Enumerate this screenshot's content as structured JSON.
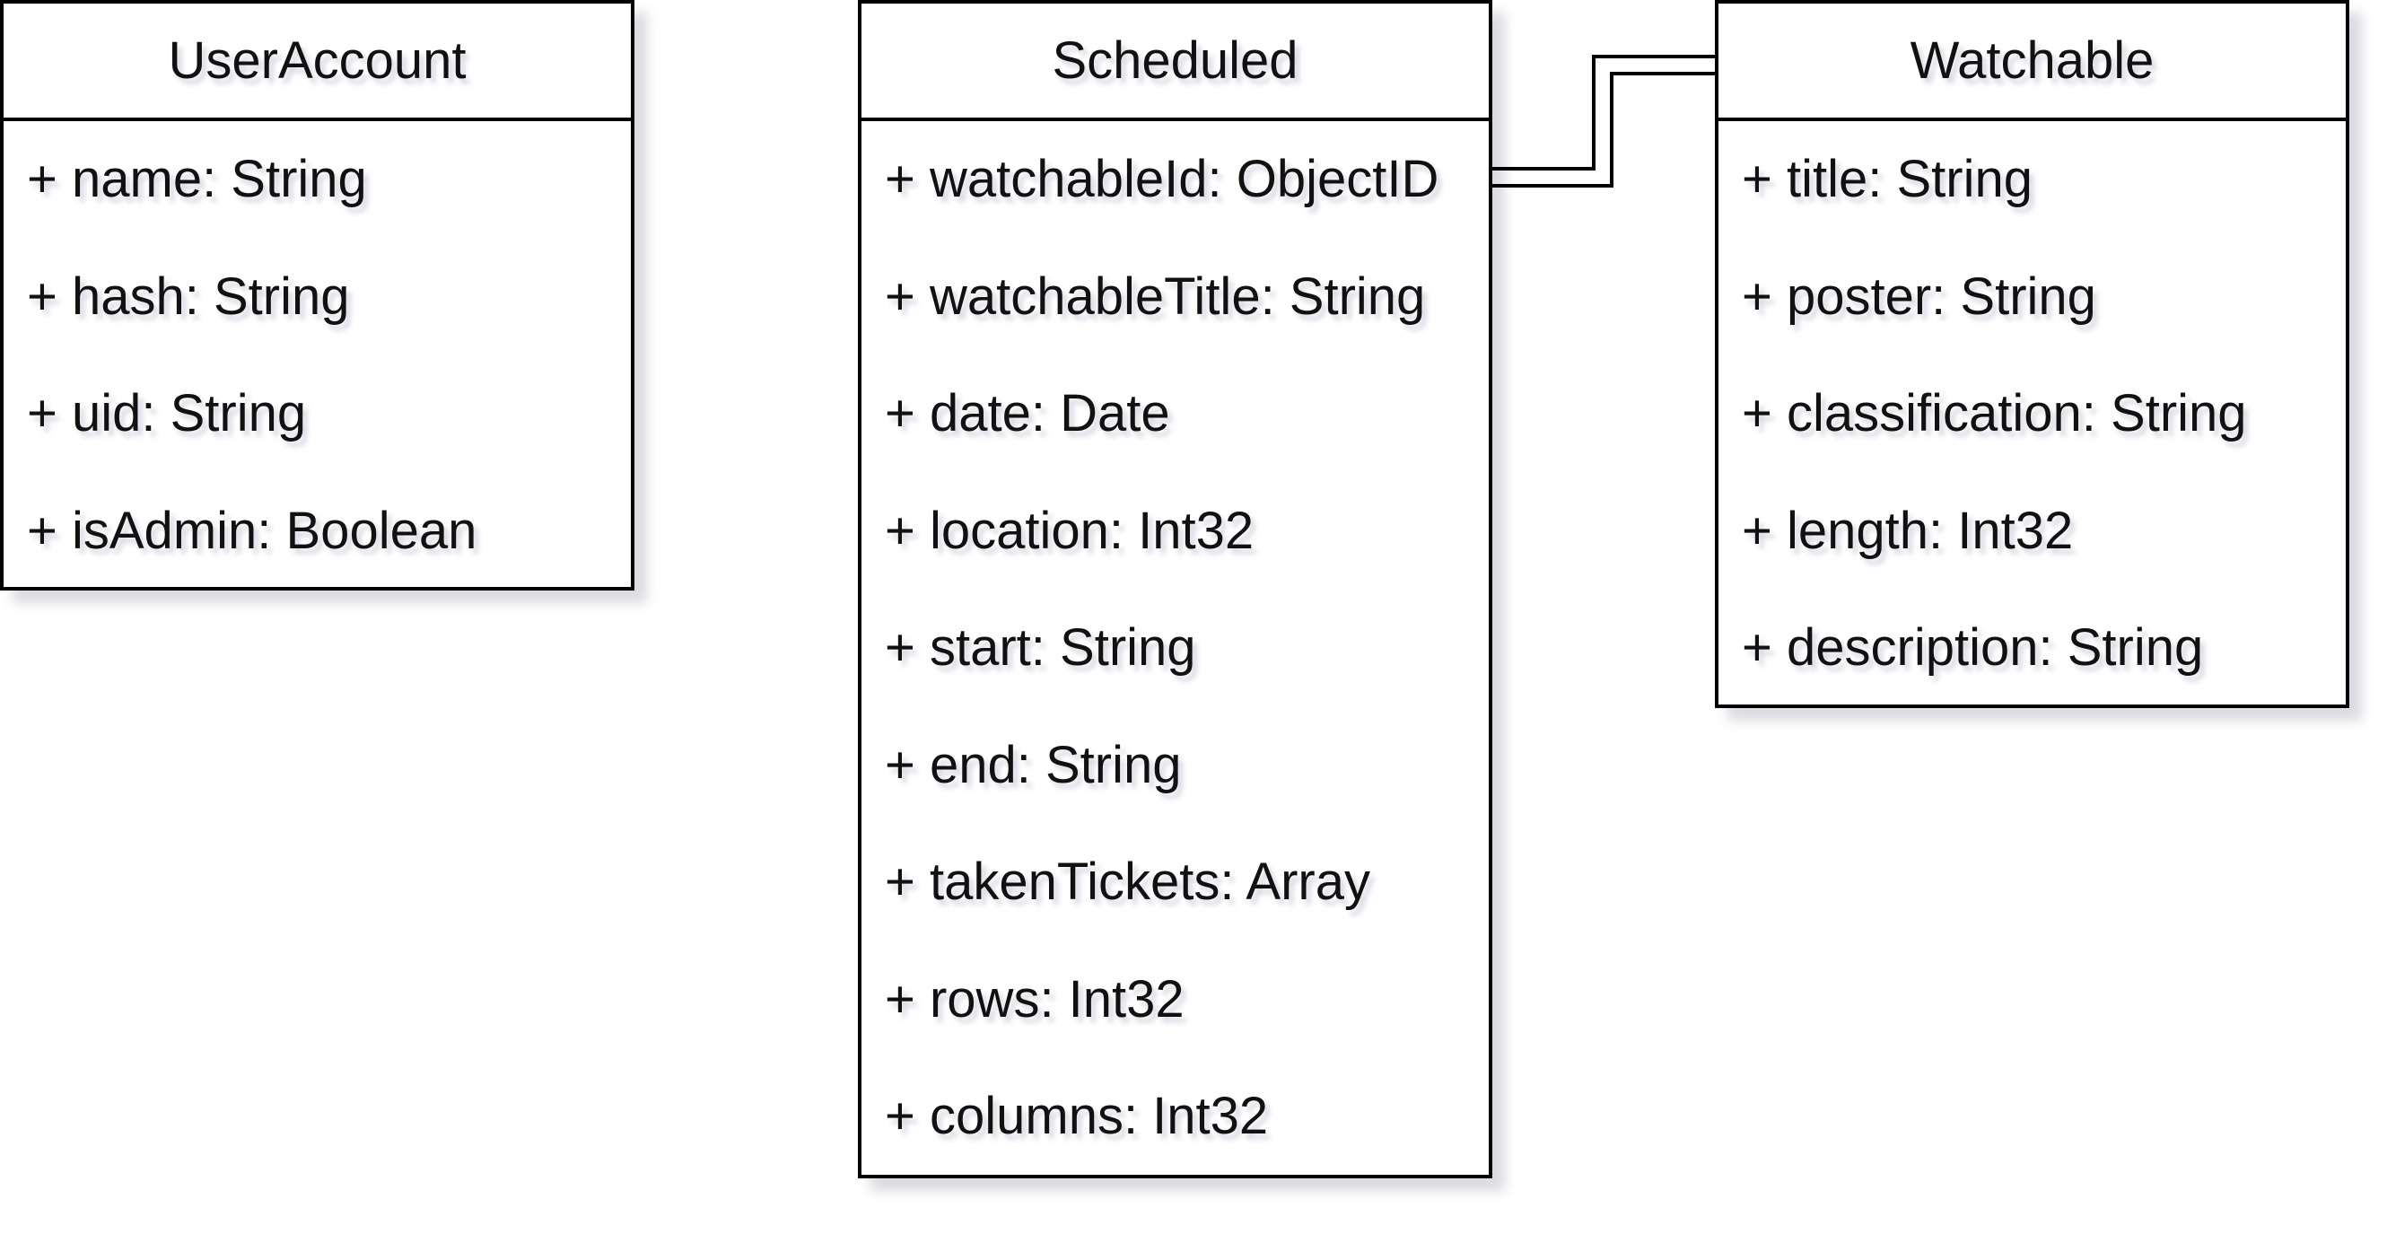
{
  "classes": [
    {
      "title": "UserAccount",
      "attributes": [
        "+ name: String",
        "+ hash: String",
        "+ uid: String",
        "+ isAdmin: Boolean"
      ]
    },
    {
      "title": "Scheduled",
      "attributes": [
        "+ watchableId: ObjectID",
        "+ watchableTitle: String",
        "+ date: Date",
        "+ location: Int32",
        "+ start: String",
        "+ end: String",
        "+ takenTickets: Array",
        "+ rows: Int32",
        "+ columns: Int32"
      ]
    },
    {
      "title": "Watchable",
      "attributes": [
        "+ title: String",
        "+ poster: String",
        "+ classification: String",
        "+ length: Int32",
        "+ description: String"
      ]
    }
  ],
  "relation": {
    "from": "Scheduled.watchableId",
    "to": "Watchable",
    "style": "double-line"
  }
}
